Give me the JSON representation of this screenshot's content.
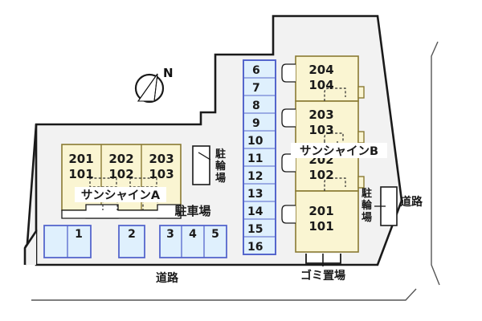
{
  "title": "apartment-site-plan",
  "colors": {
    "site_fill": "#f2f2f2",
    "building_fill": "#faf5d2",
    "building_stroke": "#8a7a33",
    "parking_fill": "#dff0fd",
    "parking_stroke": "#5566cc",
    "outline": "#1a1a1a",
    "text": "#1a1a1a",
    "white": "#ffffff"
  },
  "compass": {
    "label": "N",
    "name": "compass-rose"
  },
  "buildings": [
    {
      "id": "building-a",
      "name": "サンシャインA",
      "units": [
        {
          "upper": "201",
          "lower": "101"
        },
        {
          "upper": "202",
          "lower": "102"
        },
        {
          "upper": "203",
          "lower": "103"
        }
      ]
    },
    {
      "id": "building-b",
      "name": "サンシャインB",
      "units": [
        {
          "upper": "204",
          "lower": "104"
        },
        {
          "upper": "203",
          "lower": "103"
        },
        {
          "upper": "202",
          "lower": "102"
        },
        {
          "upper": "201",
          "lower": "101"
        }
      ]
    }
  ],
  "parking": {
    "label_main": "駐車場",
    "lower_row": [
      "1",
      "2",
      "3",
      "4",
      "5"
    ],
    "center_column": [
      "6",
      "7",
      "8",
      "9",
      "10",
      "11",
      "12",
      "13",
      "14",
      "15",
      "16"
    ]
  },
  "bicycle_parking": {
    "label_left": "駐輪場",
    "label_right": "駐輪場",
    "chars": [
      "駐",
      "輪",
      "場"
    ]
  },
  "garbage": {
    "label": "ゴミ置場"
  },
  "roads": {
    "bottom": "道路",
    "right": "道路"
  }
}
